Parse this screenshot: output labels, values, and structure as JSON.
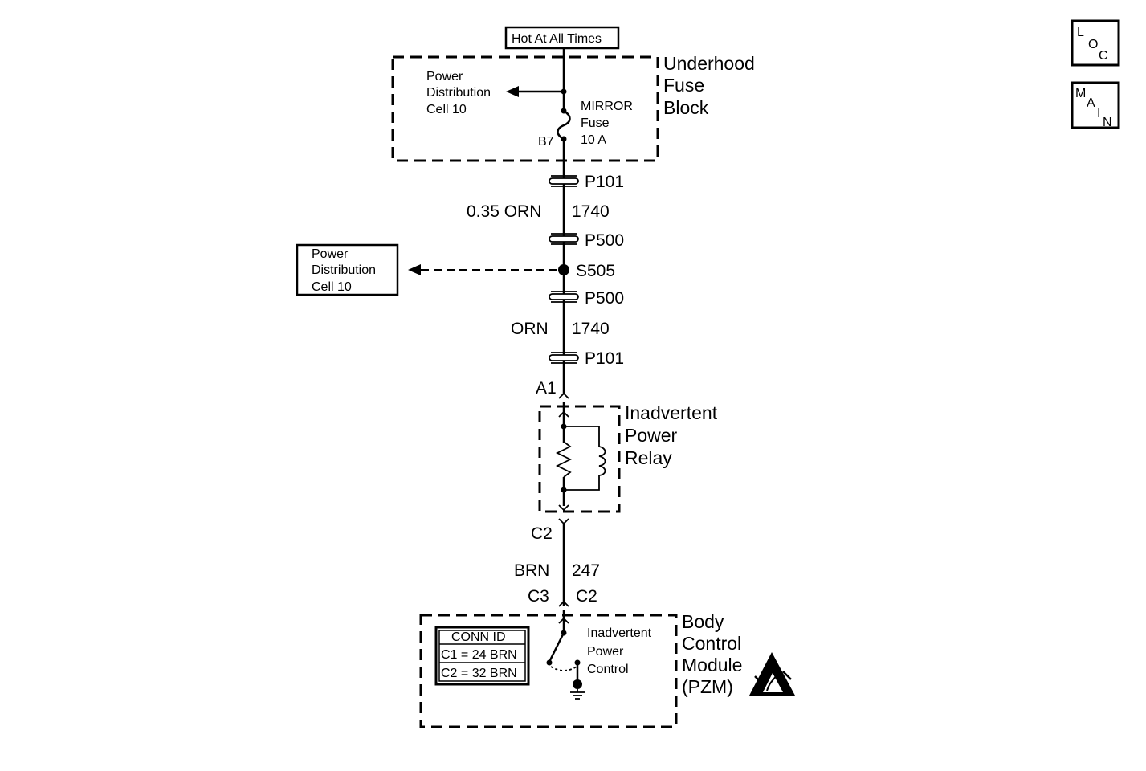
{
  "power_source": {
    "label": "Hot At All Times"
  },
  "underhood_fuse_block": {
    "name_line1": "Underhood",
    "name_line2": "Fuse",
    "name_line3": "Block",
    "pd_ref_line1": "Power",
    "pd_ref_line2": "Distribution",
    "pd_ref_line3": "Cell 10",
    "fuse_line1": "MIRROR",
    "fuse_line2": "Fuse",
    "fuse_line3": "10 A",
    "terminal": "B7"
  },
  "connectors": {
    "p101_top": "P101",
    "p500_top": "P500",
    "p500_bottom": "P500",
    "p101_bottom": "P101"
  },
  "wires": {
    "upper": {
      "size_color": "0.35 ORN",
      "circuit": "1740"
    },
    "middle": {
      "color": "ORN",
      "circuit": "1740"
    },
    "lower": {
      "color": "BRN",
      "circuit": "247"
    }
  },
  "splice": {
    "id": "S505",
    "ref_line1": "Power",
    "ref_line2": "Distribution",
    "ref_line3": "Cell 10"
  },
  "relay": {
    "name_line1": "Inadvertent",
    "name_line2": "Power",
    "name_line3": "Relay",
    "pin_top": "A1",
    "pin_bottom": "C2"
  },
  "bcm": {
    "pin_left": "C3",
    "pin_right": "C2",
    "name_line1": "Body",
    "name_line2": "Control",
    "name_line3": "Module",
    "name_line4": "(PZM)",
    "conn_id_title": "CONN ID",
    "conn_c1": "C1 = 24 BRN",
    "conn_c2": "C2 = 32 BRN",
    "control_line1": "Inadvertent",
    "control_line2": "Power",
    "control_line3": "Control"
  },
  "nav": {
    "loc_l": "L",
    "loc_o": "O",
    "loc_c": "C",
    "main_m": "M",
    "main_a": "A",
    "main_i": "I",
    "main_n": "N"
  }
}
